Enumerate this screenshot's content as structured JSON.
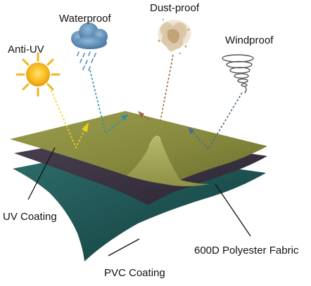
{
  "features": {
    "anti_uv": "Anti-UV",
    "waterproof": "Waterproof",
    "dust_proof": "Dust-proof",
    "windproof": "Windproof"
  },
  "layers": {
    "uv_coating": "UV Coating",
    "polyester": "600D Polyester Fabric",
    "pvc": "PVC Coating"
  },
  "colors": {
    "top_layer": "#8a8d42",
    "middle_layer": "#3c3442",
    "bottom_layer": "#1f5a58",
    "sun": "#f2b51a",
    "arrow_yellow": "#e8d21c",
    "arrow_teal": "#2a8fa3",
    "arrow_brown": "#9a6a3a",
    "arrow_slate": "#4a6d8c"
  },
  "icons": [
    "sun-icon",
    "rain-cloud-icon",
    "dust-cloud-icon",
    "tornado-icon"
  ]
}
